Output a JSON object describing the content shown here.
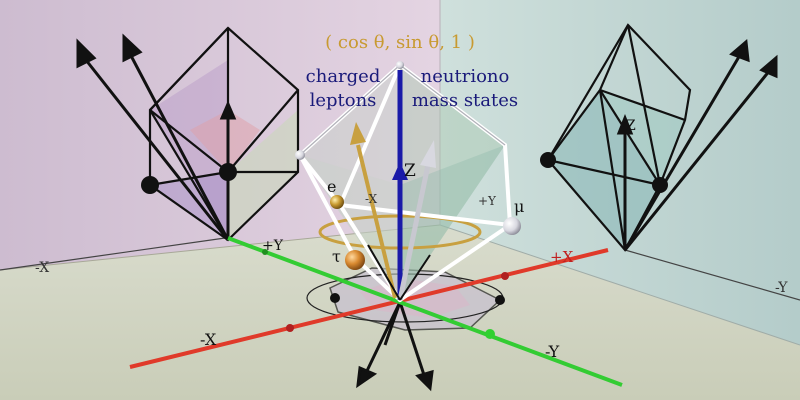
{
  "title_formula": "( cos θ, sin θ, 1 )",
  "annotations": {
    "charged_leptons_line1": "charged",
    "charged_leptons_line2": "leptons",
    "neutrino_line1": "neutriono",
    "neutrino_line2": "mass states"
  },
  "particles": {
    "electron": "e",
    "muon": "μ",
    "tau": "τ"
  },
  "axes": {
    "z_center": "Z",
    "z_right": "Z",
    "neg_x_back": "-X",
    "pos_y_back": "+Y",
    "pos_x_right": "+X",
    "neg_y_right": "-Y",
    "neg_x_front": "-X",
    "neg_y_front": "-Y",
    "neg_x_small": "-X",
    "pos_y_small": "+Y"
  },
  "colors": {
    "left_wall": "#d8c8d8",
    "right_wall": "#bcd4d2",
    "floor": "#d2d8c8",
    "x_axis": "#e03a2a",
    "y_axis": "#33cc33",
    "z_axis": "#1a1aa8",
    "label_blue": "#1a1a7a",
    "gold": "#c8a040"
  }
}
